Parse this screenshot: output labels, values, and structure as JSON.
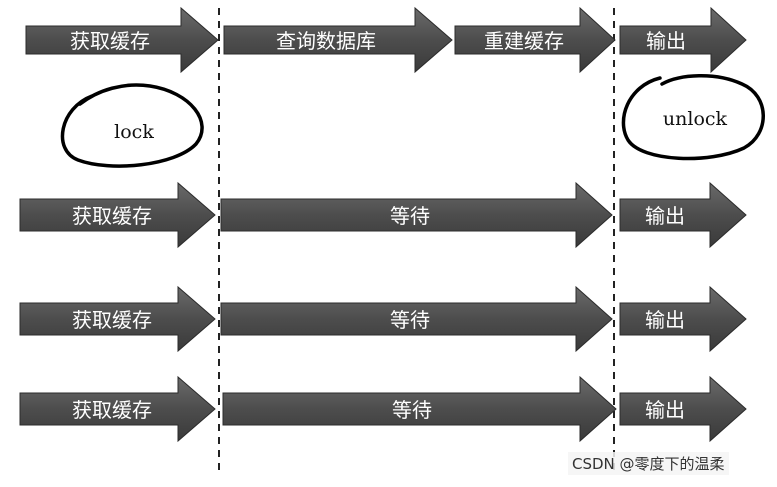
{
  "rows": [
    {
      "id": "row-1",
      "steps": [
        {
          "label": "获取缓存"
        },
        {
          "label": "查询数据库"
        },
        {
          "label": "重建缓存"
        },
        {
          "label": "输出"
        }
      ]
    },
    {
      "id": "row-2",
      "steps": [
        {
          "label": "获取缓存"
        },
        {
          "label": "等待"
        },
        {
          "label": "输出"
        }
      ]
    },
    {
      "id": "row-3",
      "steps": [
        {
          "label": "获取缓存"
        },
        {
          "label": "等待"
        },
        {
          "label": "输出"
        }
      ]
    },
    {
      "id": "row-4",
      "steps": [
        {
          "label": "获取缓存"
        },
        {
          "label": "等待"
        },
        {
          "label": "输出"
        }
      ]
    }
  ],
  "notes": {
    "lock": "lock",
    "unlock": "unlock"
  },
  "watermark": "CSDN @零度下的温柔",
  "colors": {
    "arrow_fill": "#555555",
    "arrow_edge": "#2b2b2b",
    "divider": "#222222",
    "ring": "#000000"
  }
}
